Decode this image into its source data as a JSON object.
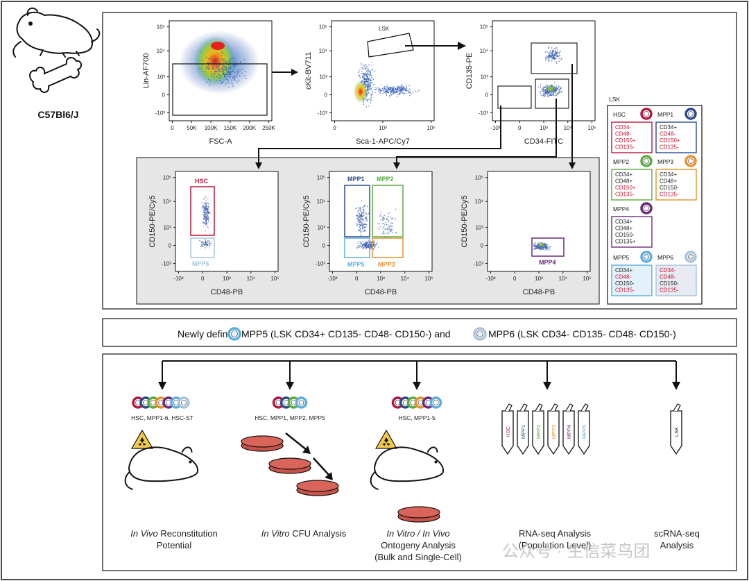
{
  "strain": "C57Bl6/J",
  "flow": {
    "plots": [
      {
        "id": "p1",
        "xlabel": "FSC-A",
        "ylabel": "Lin-AF700",
        "xticks": [
          "0",
          "50K",
          "100K",
          "150K",
          "200K",
          "250K"
        ]
      },
      {
        "id": "p2",
        "xlabel": "Sca-1-APC/Cy7",
        "ylabel": "cKit-BV711",
        "xticks": [
          "0",
          "10³",
          "10⁵"
        ],
        "gate_label": "LSK"
      },
      {
        "id": "p3",
        "xlabel": "CD34-FITC",
        "ylabel": "CD135-PE",
        "xticks": [
          "-10³",
          "0",
          "10³",
          "10⁴",
          "10⁵"
        ]
      },
      {
        "id": "p4",
        "xlabel": "CD48-PB",
        "ylabel": "CD150-PE/Cy5",
        "xticks": [
          "-10³",
          "0",
          "10³",
          "10⁴",
          "10⁵"
        ],
        "gates": [
          "HSC",
          "MPP6"
        ]
      },
      {
        "id": "p5",
        "xlabel": "CD48-PB",
        "ylabel": "CD150-PE/Cy5",
        "xticks": [
          "-10³",
          "0",
          "10³",
          "10⁴",
          "10⁵"
        ],
        "gates": [
          "MPP1",
          "MPP2",
          "MPP5",
          "MPP3"
        ]
      },
      {
        "id": "p6",
        "xlabel": "CD48-PB",
        "ylabel": "CD150-PE/Cy5",
        "xticks": [
          "-10³",
          "0",
          "10³",
          "10⁴",
          "10⁵"
        ],
        "gates": [
          "MPP4"
        ]
      }
    ],
    "yticks": [
      "10⁵",
      "10⁴",
      "10³",
      "0",
      "-10³"
    ]
  },
  "lsk_legend": {
    "title": "LSK",
    "cells": [
      {
        "name": "HSC",
        "color": "#b5183e",
        "markers": [
          "CD34-",
          "CD48-",
          "CD150+",
          "CD135-"
        ],
        "red": [
          true,
          true,
          true,
          true
        ],
        "fill": "#ffffff"
      },
      {
        "name": "MPP1",
        "color": "#2b4a8c",
        "markers": [
          "CD34+",
          "CD48-",
          "CD150+",
          "CD135-"
        ],
        "red": [
          false,
          true,
          true,
          true
        ],
        "fill": "#ffffff"
      },
      {
        "name": "MPP2",
        "color": "#5aaa3c",
        "markers": [
          "CD34+",
          "CD48+",
          "CD150+",
          "CD135-"
        ],
        "red": [
          false,
          false,
          true,
          true
        ],
        "fill": "#ffffff"
      },
      {
        "name": "MPP3",
        "color": "#e8912a",
        "markers": [
          "CD34+",
          "CD48+",
          "CD150-",
          "CD135-"
        ],
        "red": [
          false,
          false,
          false,
          true
        ],
        "fill": "#ffffff"
      },
      {
        "name": "MPP4",
        "color": "#6a2a78",
        "markers": [
          "CD34+",
          "CD48+",
          "CD150-",
          "CD135+"
        ],
        "red": [
          false,
          false,
          false,
          false
        ],
        "fill": "#ffffff"
      },
      {
        "name": "MPP5",
        "color": "#5aaee0",
        "markers": [
          "CD34+",
          "CD48-",
          "CD150-",
          "CD135-"
        ],
        "red": [
          false,
          true,
          false,
          true
        ],
        "fill": "#e4f1fb"
      },
      {
        "name": "MPP6",
        "color": "#a9c3de",
        "markers": [
          "CD34-",
          "CD48-",
          "CD150-",
          "CD135-"
        ],
        "red": [
          true,
          true,
          false,
          true
        ],
        "fill": "#e7ebf1"
      }
    ]
  },
  "newly_defined": {
    "prefix": "Newly defined:",
    "mpp5": "MPP5 (LSK CD34+ CD135- CD48- CD150-) and",
    "mpp6": "MPP6 (LSK CD34- CD135- CD48- CD150-)"
  },
  "analyses": [
    {
      "id": "invivo",
      "rings_caption": "HSC, MPP1-6, HSC-ST",
      "title_italic": "In Vivo",
      "title_rest": " Reconstitution",
      "line2": "Potential"
    },
    {
      "id": "invitro",
      "rings_caption": "HSC, MPP1, MPP2, MPP5",
      "title_italic": "In Vitro",
      "title_rest": " CFU Analysis"
    },
    {
      "id": "ontogeny",
      "rings_caption": "HSC, MPP1-5",
      "title_italic": "In Vitro / In Vivo",
      "line2": "Ontogeny Analysis",
      "line3": "(Bulk and Single-Cell)"
    },
    {
      "id": "rnaseq",
      "tubes": [
        "HSC",
        "MPP1",
        "MPP2",
        "MPP3",
        "MPP4",
        "MPP5"
      ],
      "line1": "RNA-seq Analysis",
      "line2": "(Population Level)"
    },
    {
      "id": "scrnaseq",
      "tubes": [
        "LSK"
      ],
      "line1": "scRNA-seq",
      "line2": "Analysis"
    }
  ],
  "watermark": "公众号 · 生信菜鸟团",
  "colors": {
    "hsc": "#b5183e",
    "mpp1": "#2b4a8c",
    "mpp2": "#5aaa3c",
    "mpp3": "#e8912a",
    "mpp4": "#6a2a78",
    "mpp5": "#5aaee0",
    "mpp6": "#a9c3de",
    "dish": "#d9645a"
  }
}
